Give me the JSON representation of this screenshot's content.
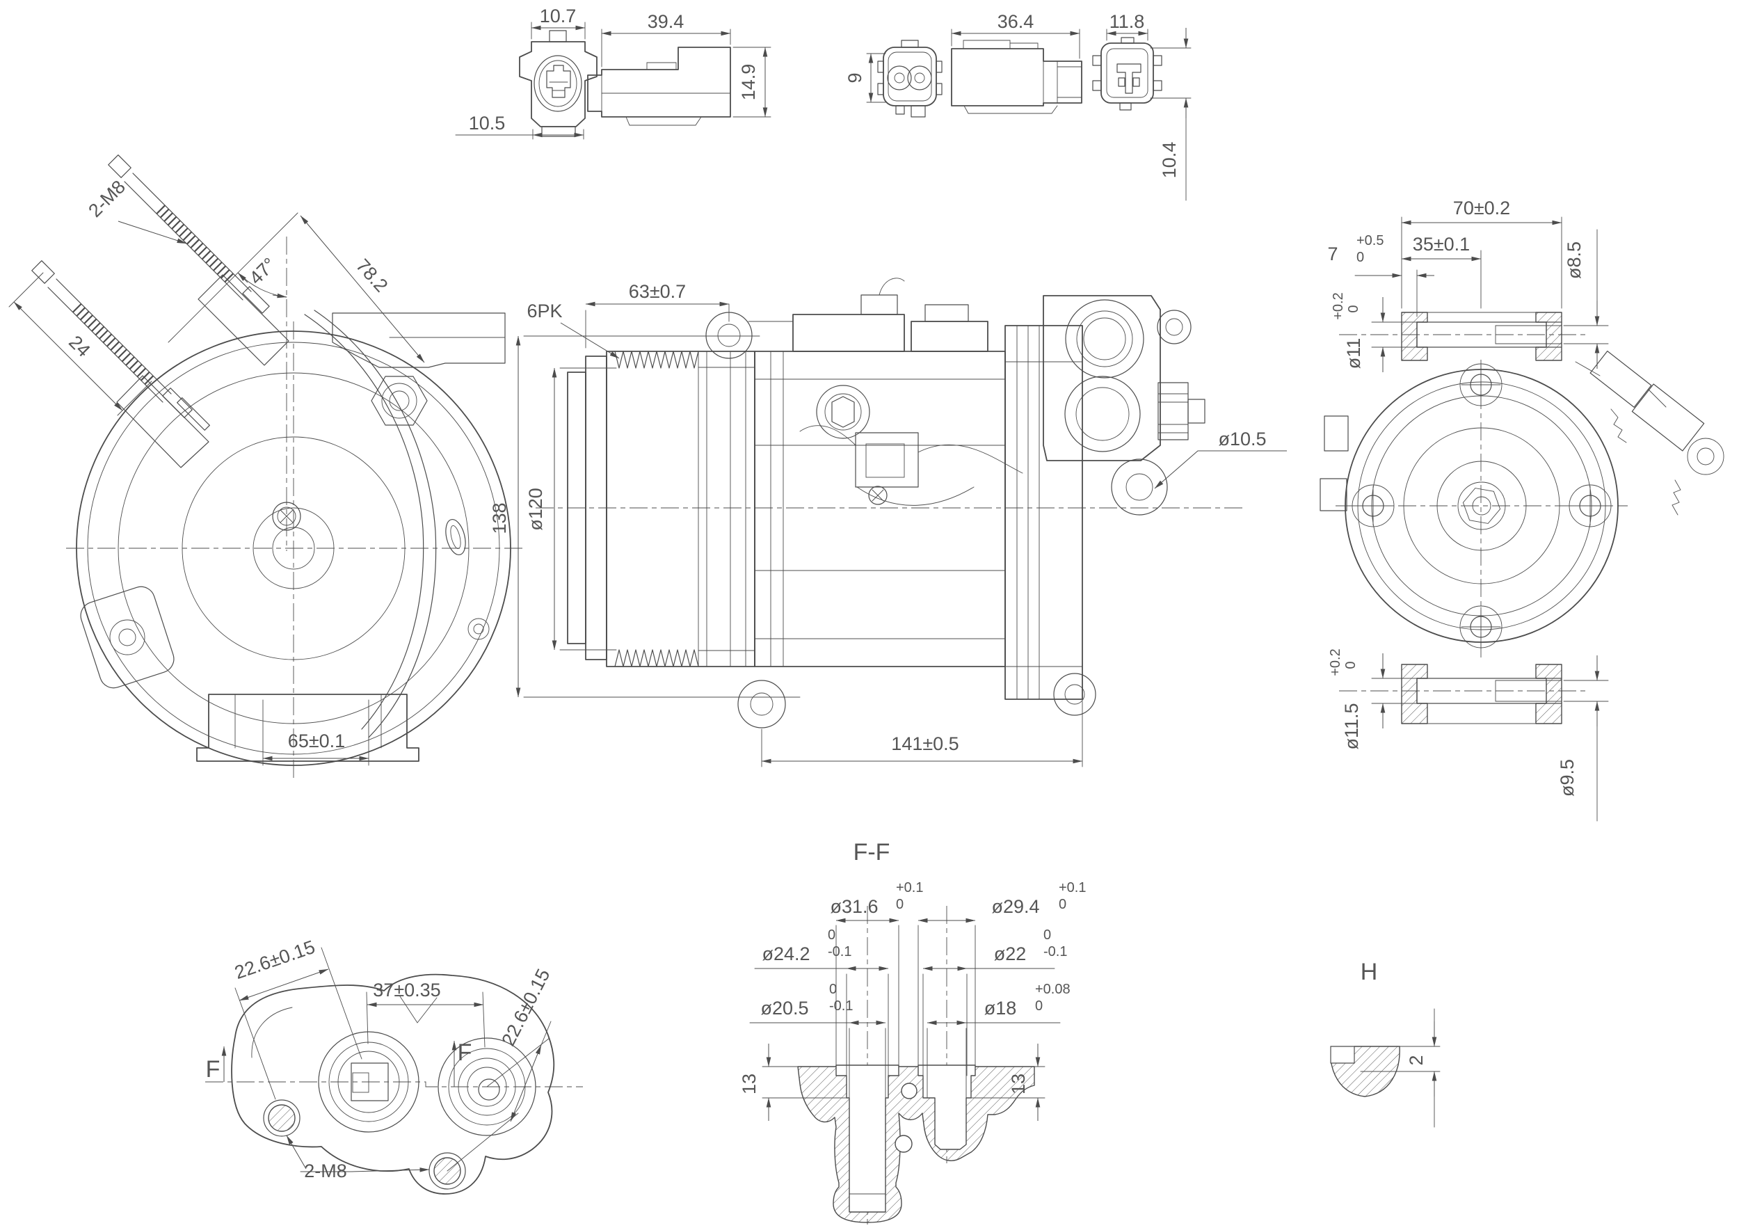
{
  "canvas": {
    "background": "#ffffff",
    "line_color": "#4c4c4c"
  },
  "connector_a": {
    "face_width_top": "10.7",
    "face_width_bottom": "10.5",
    "side_length": "39.4",
    "side_height": "14.9"
  },
  "connector_b": {
    "face_height": "9",
    "side_length": "36.4",
    "end_width": "11.8",
    "end_height": "10.4"
  },
  "front_view": {
    "stud_callout": "2-M8",
    "stud_angle": "47°",
    "span": "78.2",
    "stud_length": "24",
    "base_width": "65±0.1"
  },
  "side_view": {
    "belt_code": "6PK",
    "pulley_offset": "63±0.7",
    "pulley_diameter": "ø120",
    "overall_height": "138",
    "lug_hole": "ø10.5",
    "overall_length": "141±0.5"
  },
  "rear_view": {
    "lug_span": "70±0.2",
    "lug_half_span": "35±0.1",
    "step_depth": "7",
    "step_tol_up": "+0.5",
    "step_tol_dn": "0",
    "top_bush_bore": "ø8.5",
    "top_bush_od": "ø11",
    "top_bush_tol_up": "+0.2",
    "top_bush_tol_dn": "0",
    "bottom_bush_od": "ø11.5",
    "bottom_bush_tol_up": "+0.2",
    "bottom_bush_tol_dn": "0",
    "bottom_bush_bore": "ø9.5"
  },
  "port_view": {
    "hole_offset_left": "22.6±0.15",
    "port_spacing": "37±0.35",
    "hole_offset_right": "22.6±0.15",
    "cut_label_left": "F",
    "cut_label_right": "F",
    "thread_callout": "2-M8"
  },
  "section_ff": {
    "title": "F-F",
    "bore1": "ø31.6",
    "bore1_up": "+0.1",
    "bore1_dn": "0",
    "bore2": "ø29.4",
    "bore2_up": "+0.1",
    "bore2_dn": "0",
    "bore3": "ø24.2",
    "bore3_up": "0",
    "bore3_dn": "-0.1",
    "bore4": "ø22",
    "bore4_up": "0",
    "bore4_dn": "-0.1",
    "bore5": "ø20.5",
    "bore5_up": "0",
    "bore5_dn": "-0.1",
    "bore6": "ø18",
    "bore6_up": "+0.08",
    "bore6_dn": "0",
    "depth_left": "13",
    "depth_right": "13"
  },
  "detail_h": {
    "title": "H",
    "step": "2"
  }
}
